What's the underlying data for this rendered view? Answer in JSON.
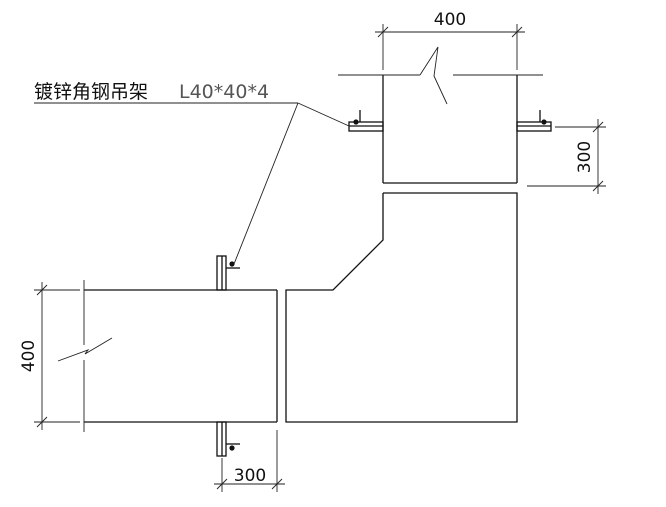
{
  "diagram": {
    "label": "镀锌角钢吊架",
    "label_spec": "L40*40*4",
    "dim_top_width": "400",
    "dim_right_height": "300",
    "dim_left_height": "400",
    "dim_bottom_width": "300"
  }
}
